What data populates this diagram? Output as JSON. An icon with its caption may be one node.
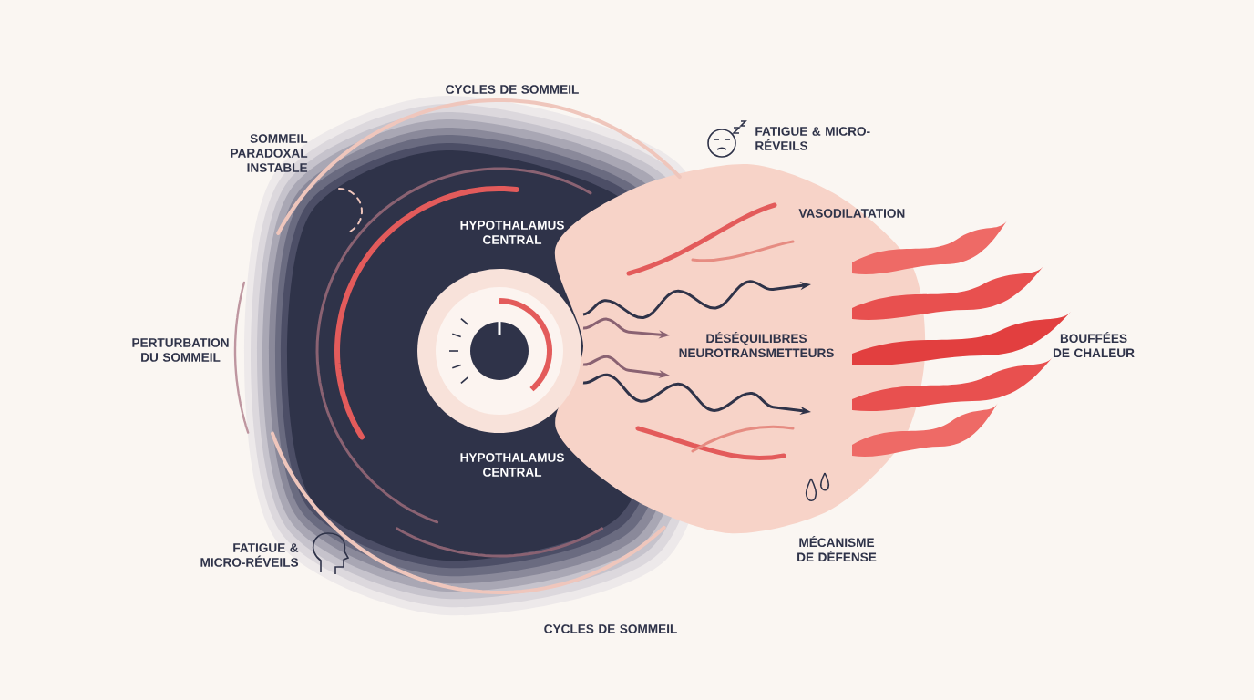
{
  "diagram": {
    "labels": [
      "CYCLES DE SOMMEIL",
      "SOMMEIL PARADOXAL INSTABLE",
      "FATIGUE & MICRO-RÉVEILS",
      "VASODILATATION",
      "HYPOTHALAMUS CENTRAL",
      "PERTURBATION DU SOMMEIL",
      "DÉSÉQUILIBRES NEUROTRANSMETTEURS",
      "BOUFFÉES DE CHALEUR",
      "HYPOTHALAMUS CENTRAL",
      "FATIGUE & MICRO-RÉVEILS",
      "MÉCANISME DE DÉFENSE",
      "CYCLES DE SOMMEIL"
    ]
  }
}
